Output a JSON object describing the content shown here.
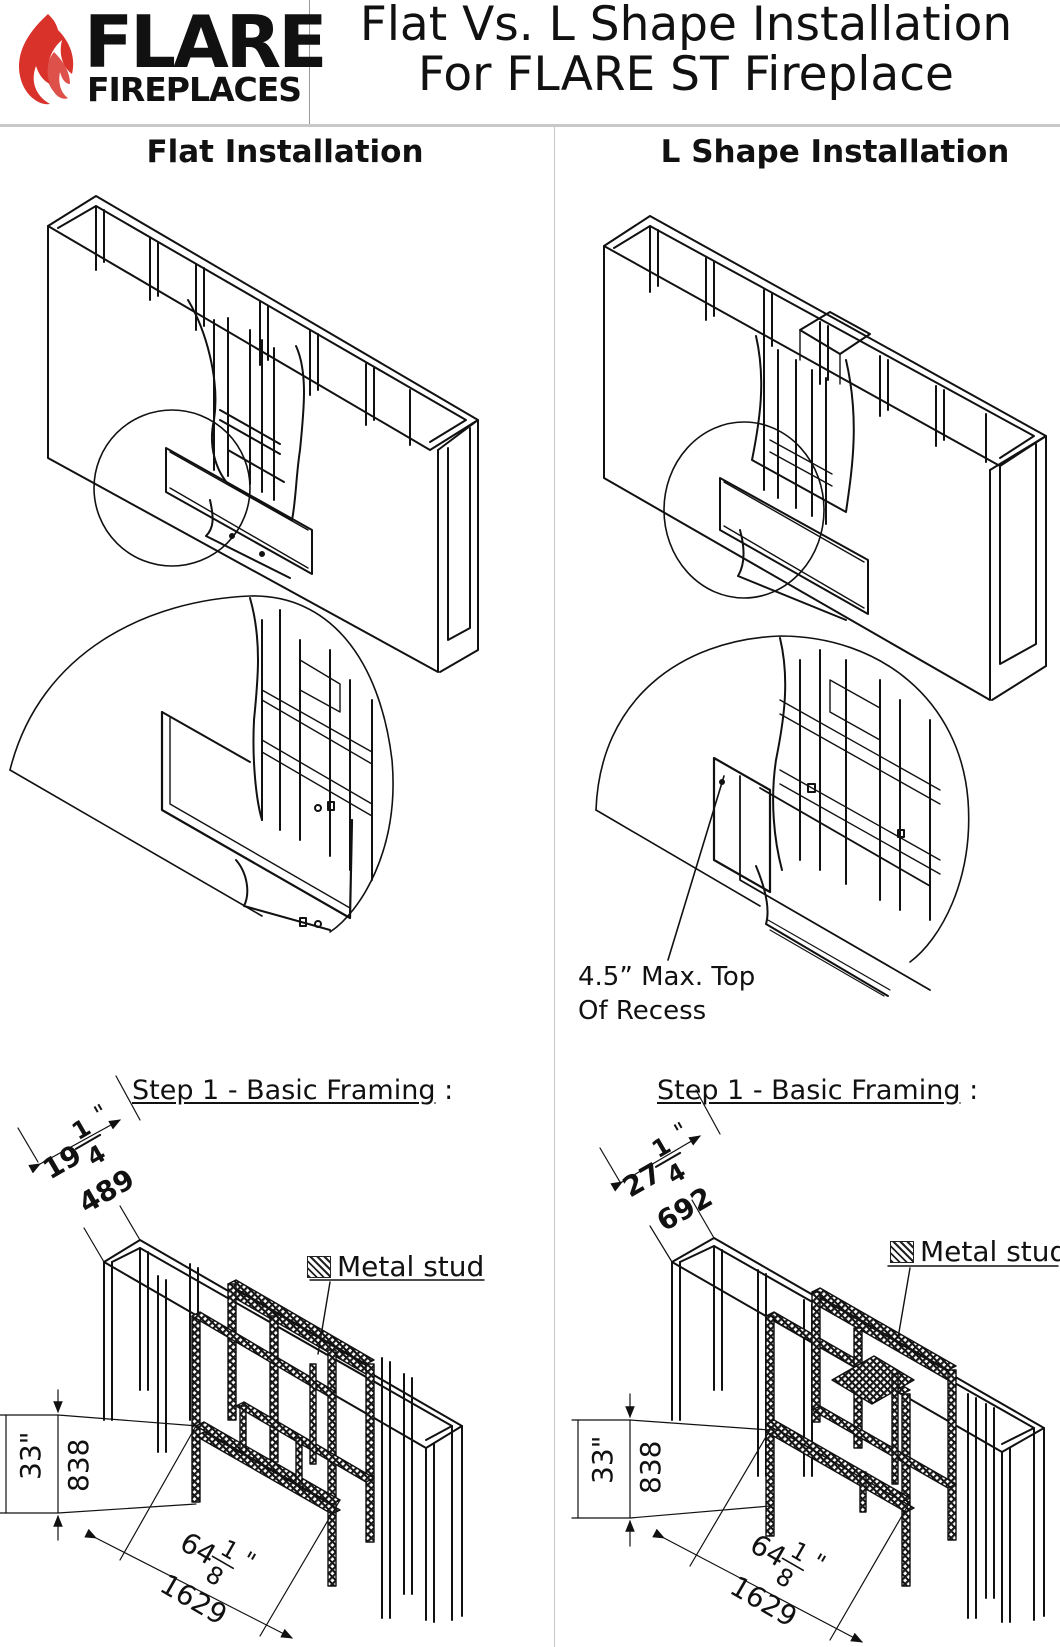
{
  "header": {
    "logo_word": "FLARE",
    "logo_sub": "FIREPLACES",
    "title_line1": "Flat Vs. L Shape Installation",
    "title_line2": "For FLARE ST Fireplace"
  },
  "colors": {
    "flame_red": "#d8322a",
    "line": "#111111",
    "divider": "#c8c8c8"
  },
  "left_panel": {
    "heading": "Flat Installation",
    "step_label": "Step 1 - Basic Framing",
    "step_suffix": " :",
    "stud_label": "Metal stud",
    "dims": {
      "depth_in_whole": "19",
      "depth_in_num": "1",
      "depth_in_den": "4",
      "depth_in_unit": "\"",
      "depth_mm": "489",
      "height_in": "33\"",
      "height_mm": "838",
      "width_in_whole": "64",
      "width_in_num": "1",
      "width_in_den": "8",
      "width_in_unit": "\"",
      "width_mm": "1629"
    }
  },
  "right_panel": {
    "heading": "L Shape Installation",
    "recess_note_line1": "4.5” Max. Top",
    "recess_note_line2": "Of Recess",
    "step_label": "Step 1 - Basic Framing",
    "step_suffix": " :",
    "stud_label": "Metal stud",
    "dims": {
      "depth_in_whole": "27",
      "depth_in_num": "1",
      "depth_in_den": "4",
      "depth_in_unit": "\"",
      "depth_mm": "692",
      "height_in": "33\"",
      "height_mm": "838",
      "width_in_whole": "64",
      "width_in_num": "1",
      "width_in_den": "8",
      "width_in_unit": "\"",
      "width_mm": "1629"
    }
  }
}
